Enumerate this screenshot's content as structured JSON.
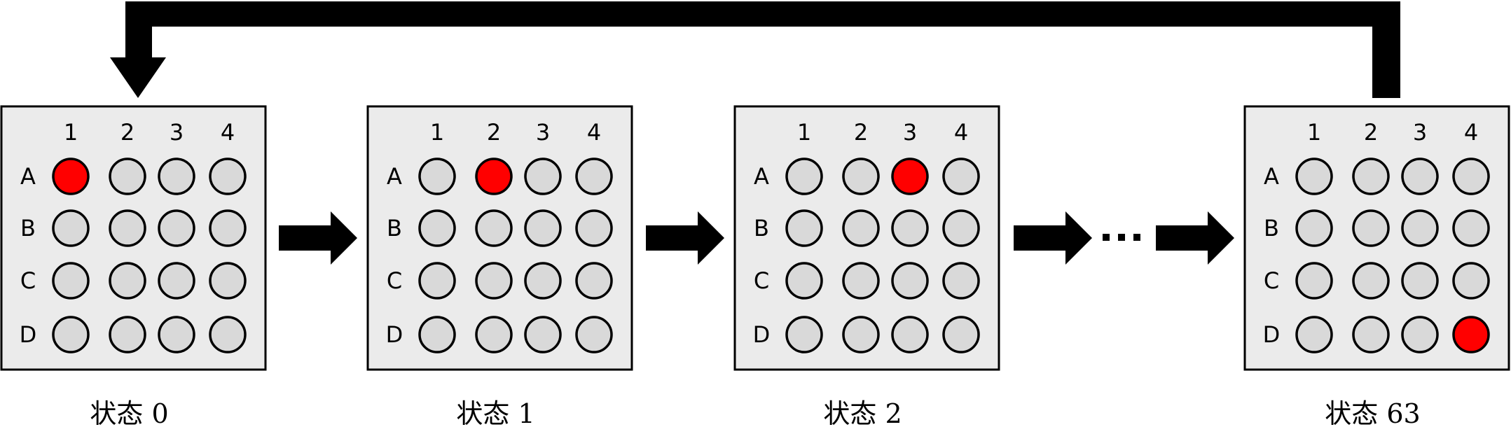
{
  "column_labels": [
    "1",
    "2",
    "3",
    "4"
  ],
  "row_labels": [
    "A",
    "B",
    "C",
    "D"
  ],
  "colors": {
    "active": "#ff0000",
    "inactive": "#d9d9d9",
    "panel_background": "#ebebeb",
    "outline": "#000000"
  },
  "states": [
    {
      "caption": "状态 0",
      "active": "A1"
    },
    {
      "caption": "状态 1",
      "active": "A2"
    },
    {
      "caption": "状态 2",
      "active": "A3"
    },
    {
      "caption": "状态 63",
      "active": "D4"
    }
  ],
  "icons": {
    "transition": "right-arrow-icon",
    "ellipsis": "ellipsis-icon",
    "loop_back": "loop-back-arrow-icon"
  }
}
